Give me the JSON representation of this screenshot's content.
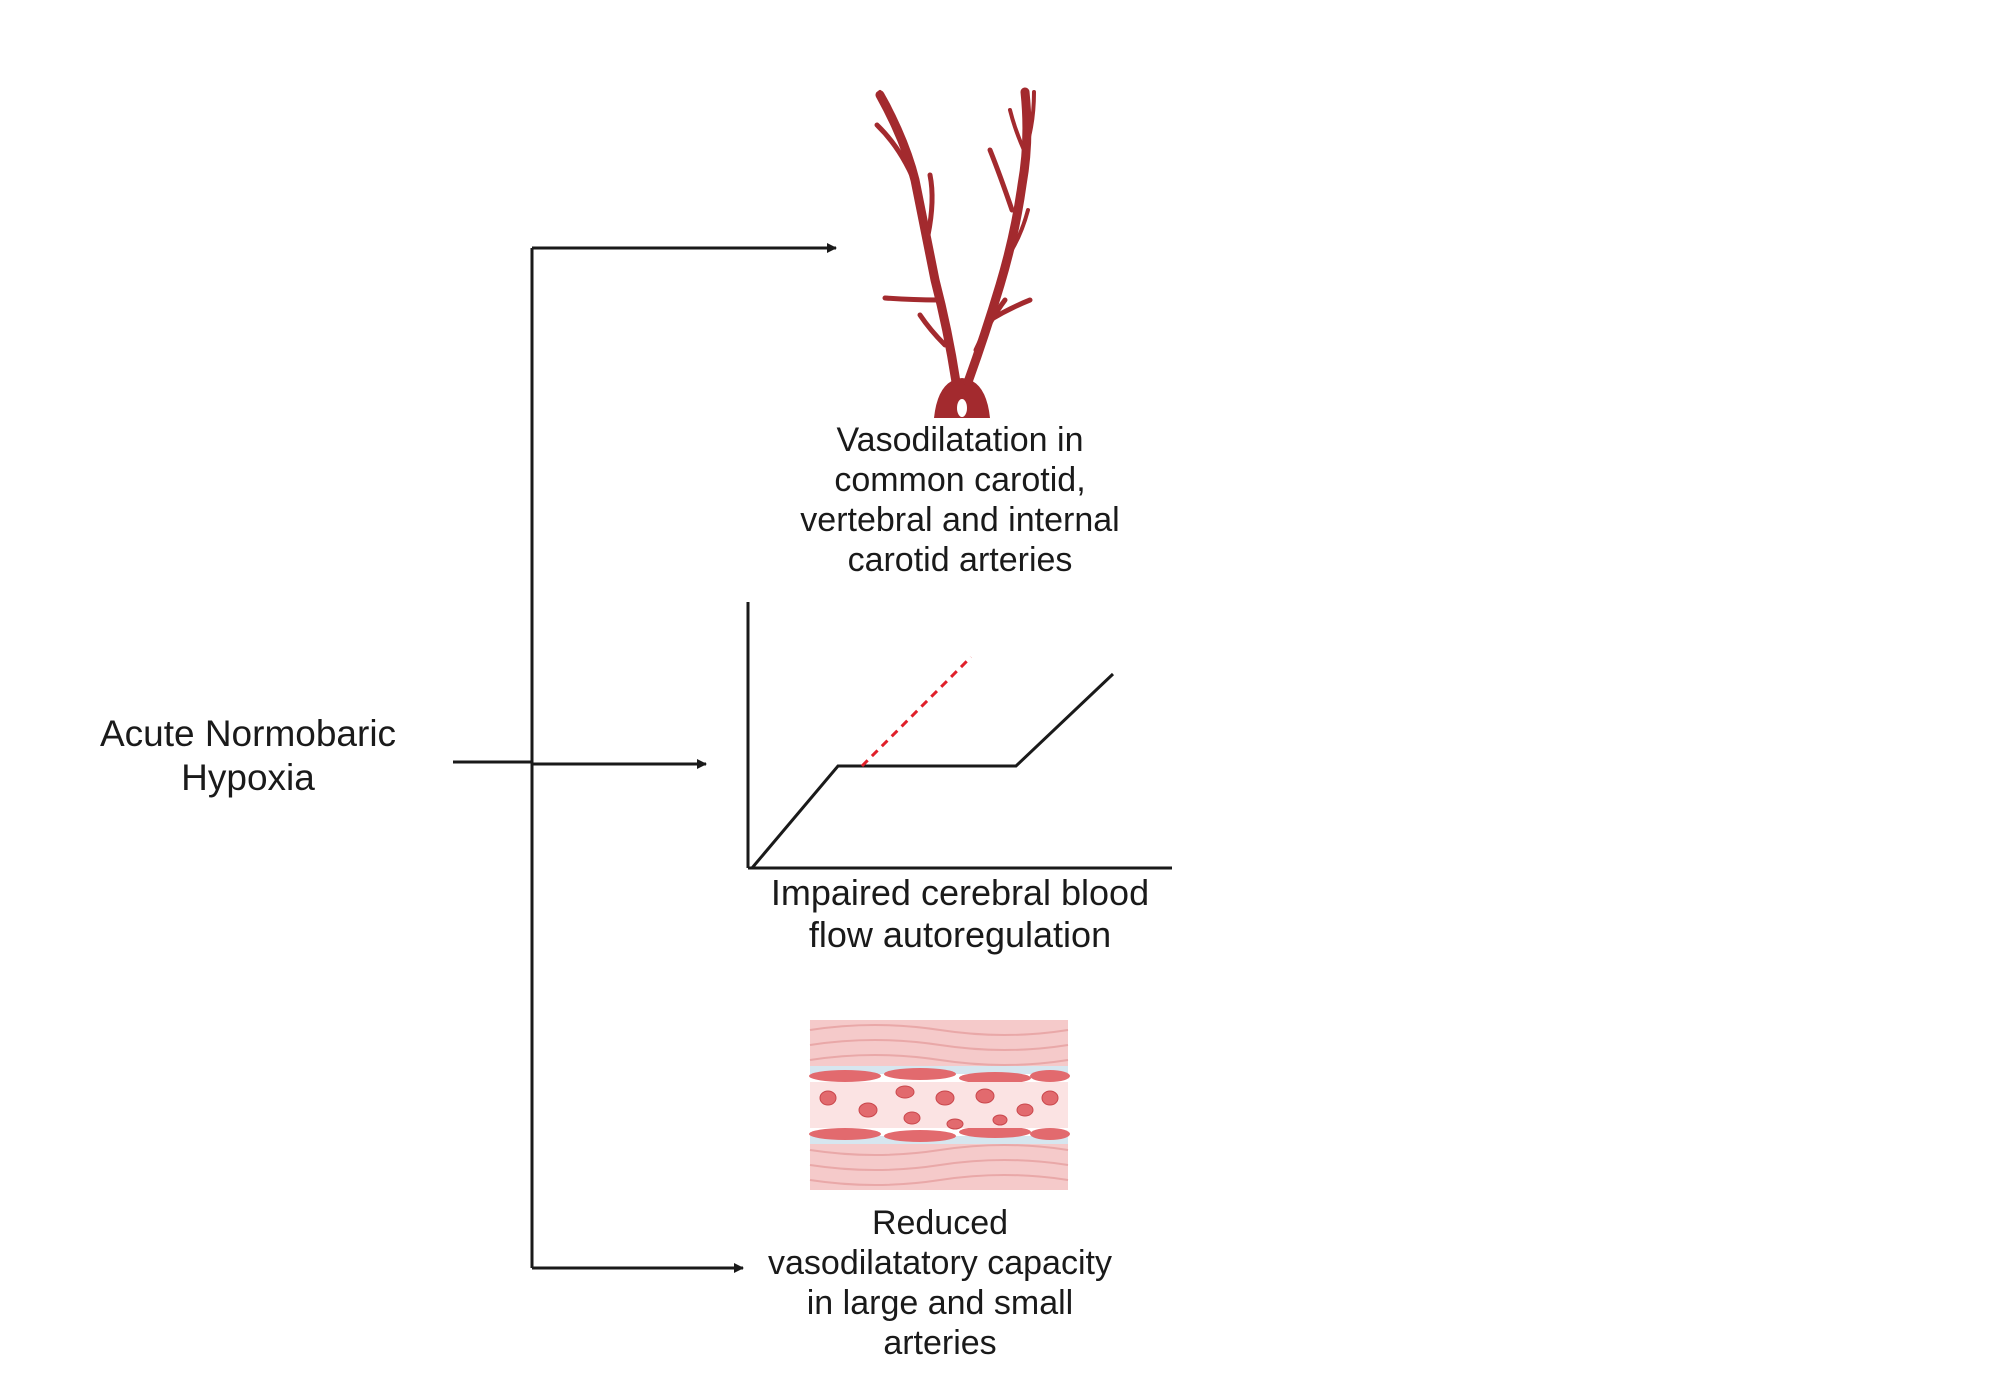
{
  "source": {
    "lines": [
      "Acute Normobaric",
      "Hypoxia"
    ]
  },
  "outcomes": [
    {
      "icon": "carotid-arteries-icon",
      "lines": [
        "Vasodilatation in",
        "common carotid,",
        "vertebral and internal",
        "carotid arteries"
      ]
    },
    {
      "icon": "autoregulation-curve-icon",
      "lines": [
        "Impaired cerebral blood",
        "flow autoregulation"
      ]
    },
    {
      "icon": "artery-cross-section-icon",
      "lines": [
        "Reduced",
        "vasodilatatory capacity",
        "in large and small",
        "arteries"
      ]
    }
  ],
  "colors": {
    "arrow": "#1a1a1a",
    "artery": "#a32a2e",
    "impaired_line": "#e0202a",
    "vessel_wall": "#f2b3b3",
    "blood_cell": "#e26a6e"
  }
}
